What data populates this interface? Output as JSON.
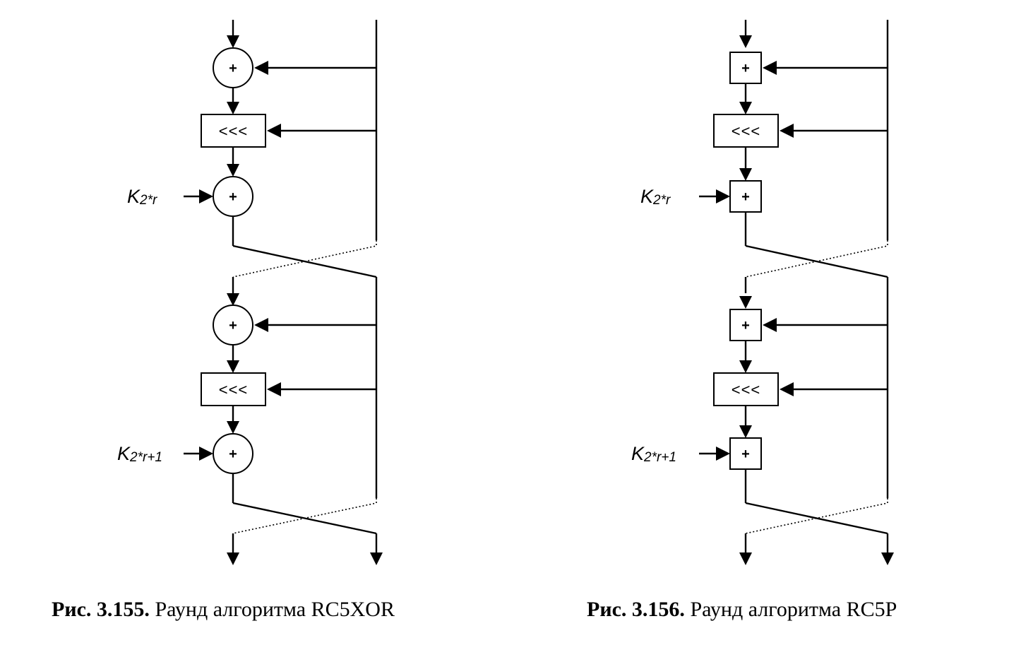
{
  "diagrams": [
    {
      "id": "rc5xor",
      "figure_number": "Рис. 3.155.",
      "caption_text": "Раунд алгоритма RC5XOR",
      "combiner": "circle",
      "combiner_symbol": "+",
      "rotation_symbol": "<<<",
      "key1": {
        "main": "K",
        "sub": "2*",
        "sub_var": "r",
        "sub_tail": ""
      },
      "key2": {
        "main": "K",
        "sub": "2*",
        "sub_var": "r",
        "sub_tail": "+1"
      }
    },
    {
      "id": "rc5p",
      "figure_number": "Рис. 3.156.",
      "caption_text": "Раунд алгоритма RC5P",
      "combiner": "square",
      "combiner_symbol": "+",
      "rotation_symbol": "<<<",
      "key1": {
        "main": "K",
        "sub": "2*",
        "sub_var": "r",
        "sub_tail": ""
      },
      "key2": {
        "main": "K",
        "sub": "2*",
        "sub_var": "r",
        "sub_tail": "+1"
      }
    }
  ],
  "colors": {
    "ink": "#000000",
    "background": "#ffffff"
  }
}
